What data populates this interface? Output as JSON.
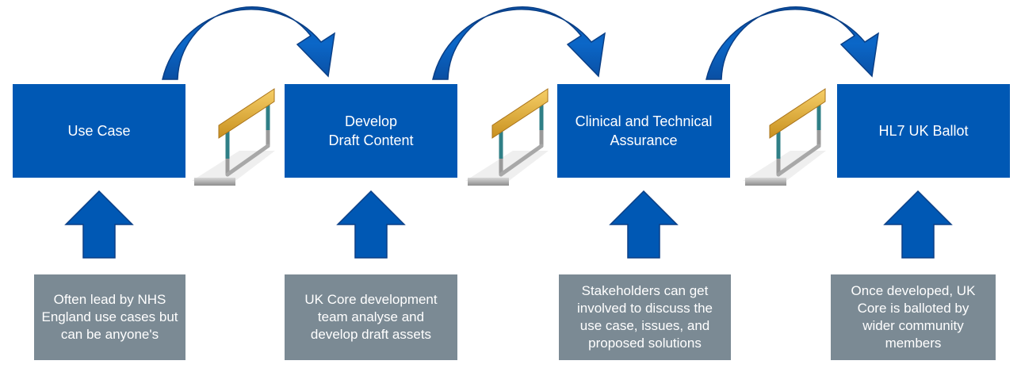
{
  "stages": [
    {
      "label": "Use Case"
    },
    {
      "label": "Develop\nDraft Content"
    },
    {
      "label": "Clinical and Technical\nAssurance"
    },
    {
      "label": "HL7 UK Ballot"
    }
  ],
  "notes": [
    {
      "text": "Often lead by NHS\nEngland use cases but\ncan be anyone's"
    },
    {
      "text": "UK Core development\nteam analyse and\ndevelop draft assets"
    },
    {
      "text": "Stakeholders can get\ninvolved to discuss the\nuse case, issues, and\nproposed solutions"
    },
    {
      "text": "Once developed, UK\nCore is balloted by\nwider community\nmembers"
    }
  ],
  "icons": {
    "curved_arrow": "curved-arrow-icon",
    "up_arrow": "up-arrow-icon",
    "hurdle": "hurdle-icon"
  },
  "colors": {
    "stage_fill": "#0058b4",
    "note_fill": "#7b8a94",
    "arrow_fill": "#0058b4",
    "hurdle_bar": "#e9b43c",
    "hurdle_post": "#2f7f86"
  }
}
